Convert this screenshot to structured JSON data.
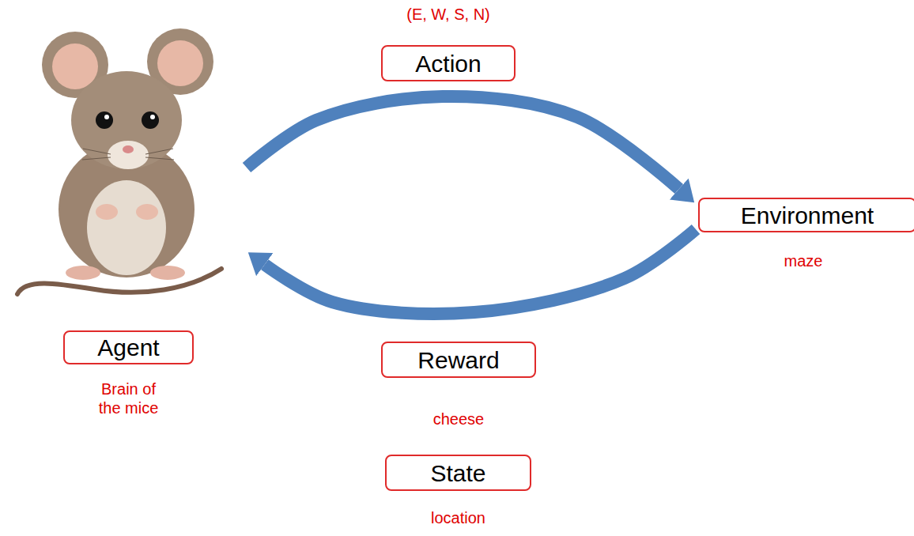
{
  "diagram": {
    "nodes": [
      {
        "text": [
          "(E, W, S, N)",
          "Action"
        ]
      },
      {
        "text": [
          "Agent",
          "Brain of the mice"
        ]
      },
      {
        "text": [
          "Environment",
          "maze"
        ]
      },
      {
        "text": [
          "Reward",
          "cheese"
        ]
      },
      {
        "text": [
          "State",
          "location"
        ]
      }
    ],
    "edges": [
      {
        "from": 1,
        "to": 2,
        "arrow": "to"
      },
      {
        "from": 2,
        "to": 1,
        "arrow": "to"
      }
    ]
  }
}
